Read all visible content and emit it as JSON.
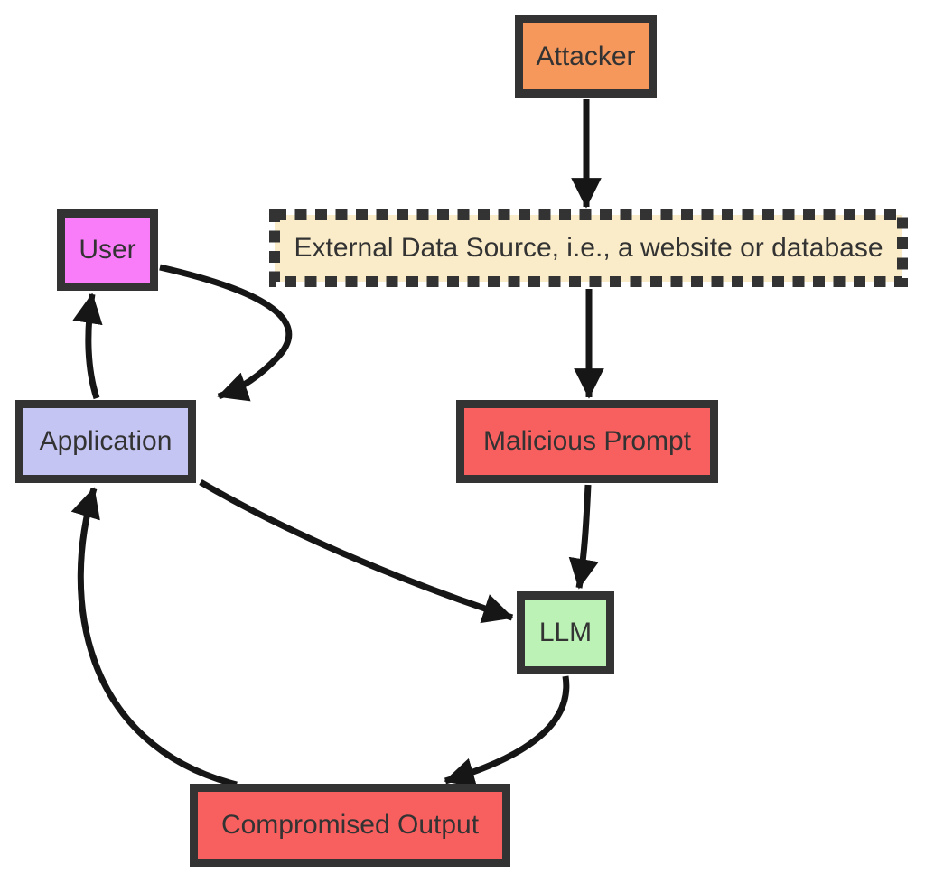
{
  "diagram": {
    "type": "flowchart",
    "background": "#ffffff",
    "node_border_color": "#333333",
    "edge_color": "#161616",
    "text_color": "#333333",
    "nodes": [
      {
        "id": "attacker",
        "label": "Attacker",
        "fill": "#f6975c",
        "border_style": "solid"
      },
      {
        "id": "external-data-source",
        "label": "External Data Source, i.e., a website or database",
        "fill": "#faecc8",
        "border_style": "dashed"
      },
      {
        "id": "user",
        "label": "User",
        "fill": "#f97df9",
        "border_style": "solid"
      },
      {
        "id": "application",
        "label": "Application",
        "fill": "#c5c5f3",
        "border_style": "solid"
      },
      {
        "id": "malicious-prompt",
        "label": "Malicious Prompt",
        "fill": "#f85f5f",
        "border_style": "solid"
      },
      {
        "id": "llm",
        "label": "LLM",
        "fill": "#bcf2b6",
        "border_style": "solid"
      },
      {
        "id": "compromised-output",
        "label": "Compromised Output",
        "fill": "#f85f5f",
        "border_style": "solid"
      }
    ],
    "edges": [
      {
        "from": "Attacker",
        "to": "External Data Source"
      },
      {
        "from": "External Data Source",
        "to": "Malicious Prompt"
      },
      {
        "from": "Malicious Prompt",
        "to": "LLM"
      },
      {
        "from": "User",
        "to": "Application"
      },
      {
        "from": "Application",
        "to": "User"
      },
      {
        "from": "Application",
        "to": "LLM"
      },
      {
        "from": "LLM",
        "to": "Compromised Output"
      },
      {
        "from": "Compromised Output",
        "to": "Application"
      }
    ]
  }
}
